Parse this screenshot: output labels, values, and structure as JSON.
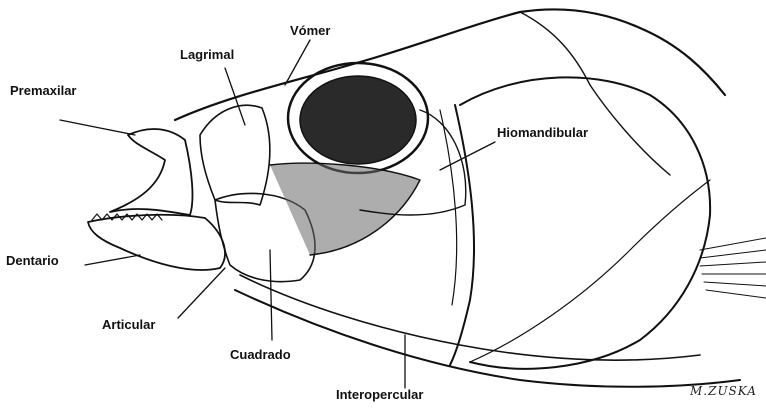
{
  "labels": {
    "vomer": "Vómer",
    "lagrimal": "Lagrimal",
    "premaxilar": "Premaxilar",
    "hiomandibular": "Hiomandibular",
    "dentario": "Dentario",
    "articular": "Articular",
    "cuadrado": "Cuadrado",
    "interopercular": "Interopercular"
  },
  "signature": "M.ZUSKA",
  "colors": {
    "ink": "#111111",
    "paper": "#ffffff",
    "shade": "#8a8a8a"
  }
}
